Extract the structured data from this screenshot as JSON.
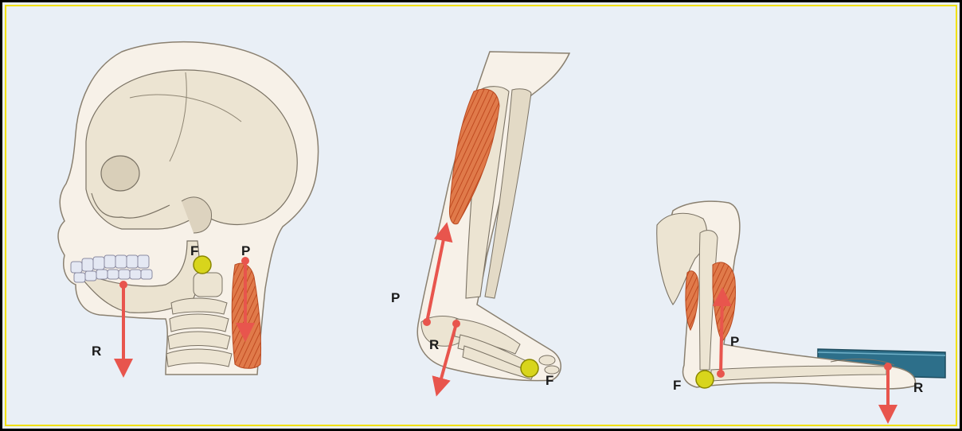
{
  "labels": {
    "effort": "P",
    "fulcrum": "F",
    "resistance": "R"
  },
  "colors": {
    "arrow": "#e8554d",
    "fulcrum": "#d8d51c",
    "muscle": "#d8663a",
    "background": "#e9eff6",
    "frame": "#f1e000",
    "book": "#2d6f8a"
  },
  "panels": [
    {
      "name": "head-neck",
      "fulcrum_label": "F",
      "effort_label": "P",
      "resistance_label": "R"
    },
    {
      "name": "foot-ankle",
      "fulcrum_label": "F",
      "effort_label": "P",
      "resistance_label": "R"
    },
    {
      "name": "arm-elbow",
      "fulcrum_label": "F",
      "effort_label": "P",
      "resistance_label": "R"
    }
  ]
}
